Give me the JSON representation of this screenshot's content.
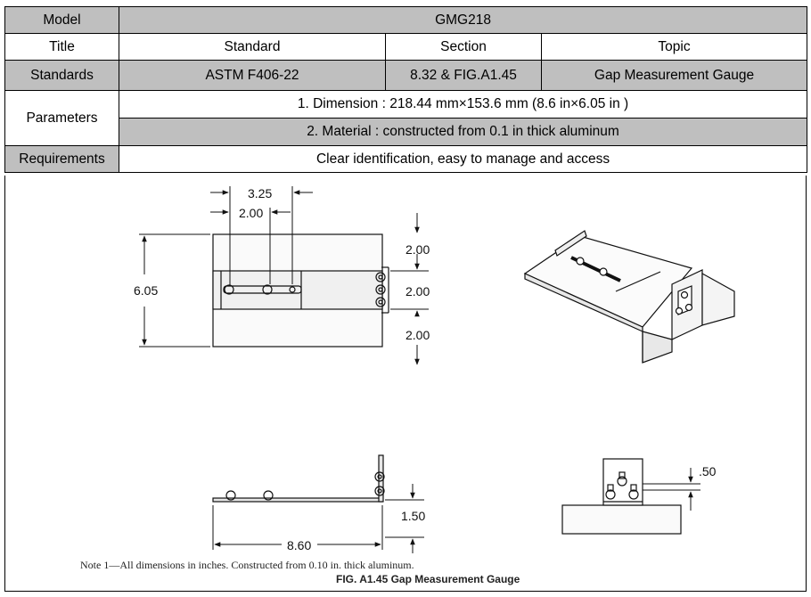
{
  "header": {
    "model_label": "Model",
    "model_value": "GMG218"
  },
  "columns": {
    "title": "Title",
    "standard": "Standard",
    "section": "Section",
    "topic": "Topic"
  },
  "standards_row": {
    "label": "Standards",
    "standard": "ASTM F406-22",
    "section": "8.32 & FIG.A1.45",
    "topic": "Gap Measurement Gauge"
  },
  "parameters": {
    "label": "Parameters",
    "items": [
      "1.  Dimension : 218.44 mm×153.6 mm (8.6 in×6.05 in )",
      "2.  Material : constructed from 0.1 in thick aluminum"
    ]
  },
  "requirements": {
    "label": "Requirements",
    "value": "Clear identification, easy to manage and access"
  },
  "figure": {
    "dims": {
      "d325": "3.25",
      "d200a": "2.00",
      "d605": "6.05",
      "d200b": "2.00",
      "d200c": "2.00",
      "d200d": "2.00",
      "d150": "1.50",
      "d860": "8.60",
      "d50": ".50"
    },
    "note": "Note 1—All dimensions in inches. Constructed from 0.10 in. thick aluminum.",
    "caption": "FIG. A1.45 Gap Measurement Gauge"
  }
}
